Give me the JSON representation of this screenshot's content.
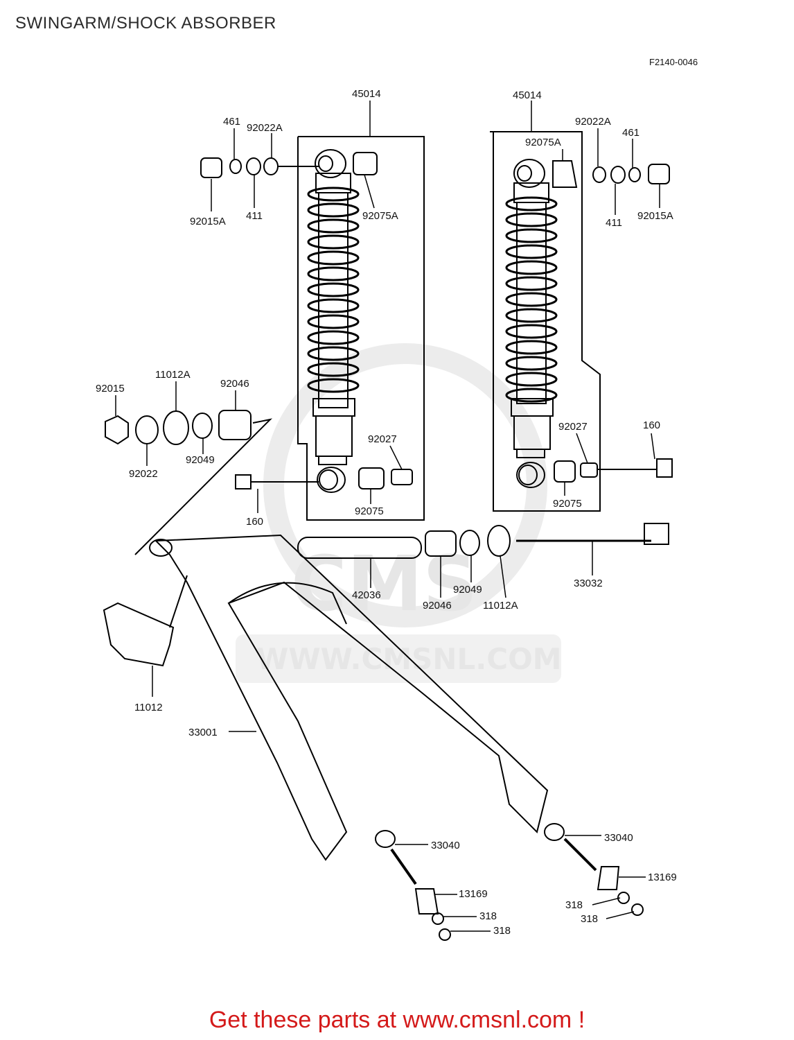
{
  "title": "SWINGARM/SHOCK ABSORBER",
  "figure_code": "F2140-0046",
  "watermark": {
    "brand": "CMS",
    "url": "WWW.CMSNL.COM"
  },
  "footer": "Get these parts at www.cmsnl.com !",
  "labels": {
    "p45014_l": "45014",
    "p45014_r": "45014",
    "p461_l": "461",
    "p461_r": "461",
    "p92022A_l": "92022A",
    "p92022A_r": "92022A",
    "p92015A_l": "92015A",
    "p92015A_r": "92015A",
    "p411_l": "411",
    "p411_r": "411",
    "p92075A_l": "92075A",
    "p92075A_r": "92075A",
    "p92015": "92015",
    "p11012A_l": "11012A",
    "p92046_l": "92046",
    "p92022": "92022",
    "p92049_l": "92049",
    "p92027_l": "92027",
    "p92027_r": "92027",
    "p160_l": "160",
    "p160_r": "160",
    "p92075_l": "92075",
    "p92075_r": "92075",
    "p42036": "42036",
    "p92049_r": "92049",
    "p92046_r": "92046",
    "p11012A_r": "11012A",
    "p33032": "33032",
    "p11012": "11012",
    "p33001": "33001",
    "p33040_l": "33040",
    "p33040_r": "33040",
    "p13169_l": "13169",
    "p13169_r": "13169",
    "p318_a": "318",
    "p318_b": "318",
    "p318_c": "318",
    "p318_d": "318"
  }
}
